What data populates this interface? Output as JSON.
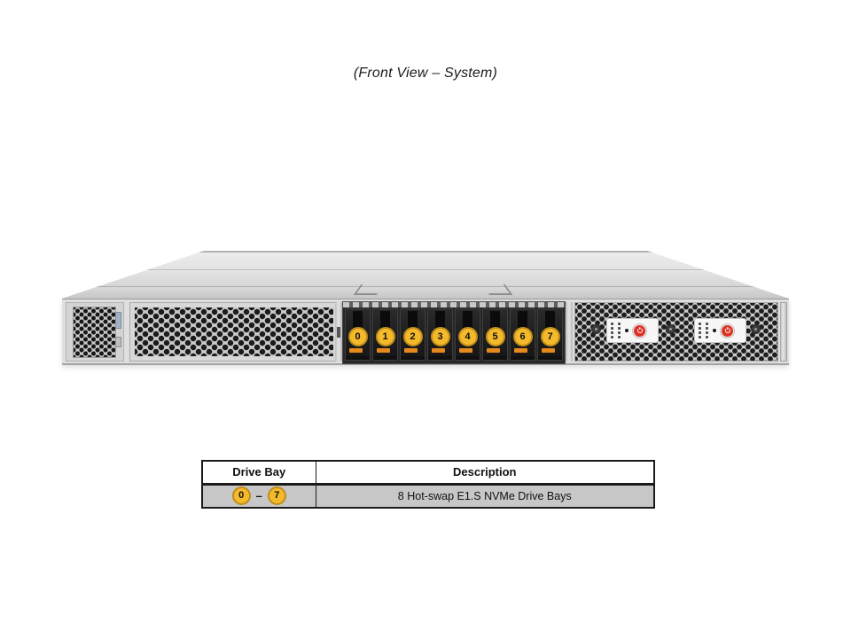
{
  "title": "(Front View – System)",
  "server": {
    "name": "1U server chassis – front view",
    "drive_bays": [
      {
        "label": "0"
      },
      {
        "label": "1"
      },
      {
        "label": "2"
      },
      {
        "label": "3"
      },
      {
        "label": "4"
      },
      {
        "label": "5"
      },
      {
        "label": "6"
      },
      {
        "label": "7"
      }
    ],
    "control_panels": [
      {
        "name": "left control panel"
      },
      {
        "name": "right control panel"
      }
    ],
    "icons": {
      "power_button": "power-icon",
      "reset_button": "reset-dot-icon",
      "status_leds": "status-led-grid-icon"
    }
  },
  "table": {
    "headers": [
      "Drive Bay",
      "Description"
    ],
    "row": {
      "bay_range_start": "0",
      "bay_range_separator": "–",
      "bay_range_end": "7",
      "description": "8 Hot-swap E1.S NVMe Drive Bays"
    }
  },
  "colors": {
    "bay_badge_fill": "#F4BA2C",
    "bay_badge_ring": "#BF8E1A",
    "drive_latch_orange": "#E6891D",
    "power_button_red": "#DE3222",
    "table_row_bg": "#C7C7C7"
  }
}
